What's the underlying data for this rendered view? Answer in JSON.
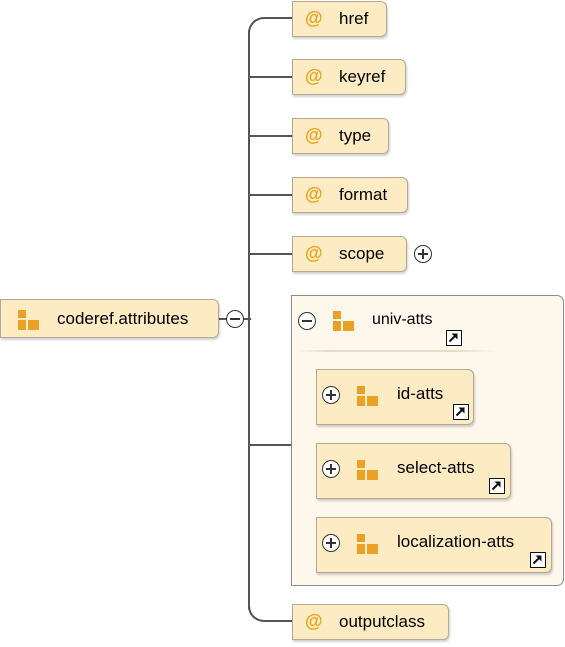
{
  "root": {
    "label": "coderef.attributes",
    "icon": "attribute-group-icon",
    "toggle": "collapse"
  },
  "attributes": [
    {
      "label": "href",
      "icon": "@"
    },
    {
      "label": "keyref",
      "icon": "@"
    },
    {
      "label": "type",
      "icon": "@"
    },
    {
      "label": "format",
      "icon": "@"
    },
    {
      "label": "scope",
      "icon": "@",
      "toggle": "expand"
    },
    {
      "label": "outputclass",
      "icon": "@"
    }
  ],
  "group": {
    "label": "univ-atts",
    "toggle": "collapse",
    "ref_icon": "reference-arrow-icon",
    "children": [
      {
        "label": "id-atts",
        "toggle": "expand",
        "ref_icon": "reference-arrow-icon"
      },
      {
        "label": "select-atts",
        "toggle": "expand",
        "ref_icon": "reference-arrow-icon"
      },
      {
        "label": "localization-atts",
        "toggle": "expand",
        "ref_icon": "reference-arrow-icon"
      }
    ]
  },
  "colors": {
    "node_fill": "#fdebc4",
    "node_border": "#b3aa96",
    "accent": "#eba026",
    "at_sign": "#e8a31c",
    "connector": "#555555",
    "frame_fill": "#fdf7ec"
  }
}
